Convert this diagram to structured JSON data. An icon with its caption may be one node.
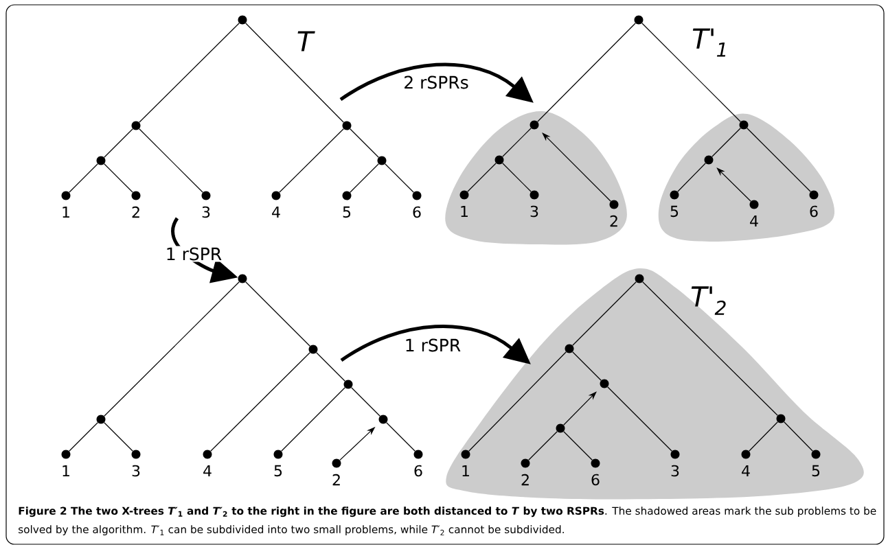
{
  "diagram": {
    "caption": "**Figure 2 The two X-trees *T′*$_{1}$ and *T′*$_{2}$ to the right in the figure are both distanced to *T* by two RSPRs**. The shadowed areas mark the sub problems to be solved by the algorithm. *T′*$_{1}$ can be subdivided into two small problems, while *T′*$_{2}$ cannot be subdivided.",
    "nodes": [
      {
        "text": [],
        "shape": "circle"
      },
      {
        "text": [],
        "shape": "circle"
      },
      {
        "text": [],
        "shape": "circle"
      },
      {
        "text": [],
        "shape": "circle"
      },
      {
        "text": [],
        "shape": "circle",
        "beside": [
          "3"
        ]
      },
      {
        "text": [],
        "shape": "circle",
        "beside": [
          "4"
        ]
      },
      {
        "text": [],
        "shape": "circle"
      },
      {
        "text": [],
        "shape": "circle",
        "beside": [
          "1"
        ]
      },
      {
        "text": [],
        "shape": "circle",
        "beside": [
          "2"
        ]
      },
      {
        "text": [],
        "shape": "circle",
        "beside": [
          "5"
        ]
      },
      {
        "text": [],
        "shape": "circle",
        "beside": [
          "6"
        ]
      },
      {
        "text": [],
        "shape": "circle"
      },
      {
        "text": [],
        "shape": "circle"
      },
      {
        "text": [],
        "shape": "circle"
      },
      {
        "text": [],
        "shape": "circle"
      },
      {
        "text": [],
        "shape": "circle",
        "beside": [
          "2"
        ]
      },
      {
        "text": [],
        "shape": "circle"
      },
      {
        "text": [],
        "shape": "circle",
        "beside": [
          "6"
        ]
      },
      {
        "text": [],
        "shape": "circle",
        "beside": [
          "1"
        ]
      },
      {
        "text": [],
        "shape": "circle",
        "beside": [
          "3"
        ]
      },
      {
        "text": [],
        "shape": "circle",
        "beside": [
          "5"
        ]
      },
      {
        "text": [],
        "shape": "circle",
        "beside": [
          "4"
        ]
      },
      {
        "text": [],
        "shape": "circle"
      },
      {
        "text": [],
        "shape": "circle"
      },
      {
        "text": [],
        "shape": "circle"
      },
      {
        "text": [],
        "shape": "circle"
      },
      {
        "text": [],
        "shape": "circle"
      },
      {
        "text": [],
        "shape": "circle",
        "beside": [
          "1"
        ]
      },
      {
        "text": [],
        "shape": "circle",
        "beside": [
          "3"
        ]
      },
      {
        "text": [],
        "shape": "circle",
        "beside": [
          "4"
        ]
      },
      {
        "text": [],
        "shape": "circle",
        "beside": [
          "5"
        ]
      },
      {
        "text": [],
        "shape": "circle",
        "beside": [
          "2"
        ]
      },
      {
        "text": [],
        "shape": "circle",
        "beside": [
          "6"
        ]
      },
      {
        "text": [],
        "shape": "circle"
      },
      {
        "text": [],
        "shape": "circle"
      },
      {
        "text": [],
        "shape": "circle"
      },
      {
        "text": [],
        "shape": "circle",
        "beside": [
          "1"
        ]
      },
      {
        "text": [],
        "shape": "circle"
      },
      {
        "text": [],
        "shape": "circle",
        "beside": [
          "3"
        ]
      },
      {
        "text": [],
        "shape": "circle",
        "beside": [
          "4"
        ]
      },
      {
        "text": [],
        "shape": "circle",
        "beside": [
          "5"
        ]
      },
      {
        "text": [],
        "shape": "circle"
      },
      {
        "text": [],
        "shape": "circle",
        "beside": [
          "2"
        ]
      },
      {
        "text": [],
        "shape": "circle",
        "beside": [
          "6"
        ]
      }
    ],
    "edges": [
      {
        "from": 0,
        "to": 1,
        "arrow": "none"
      },
      {
        "from": 0,
        "to": 2,
        "arrow": "none"
      },
      {
        "from": 1,
        "to": 3,
        "arrow": "none"
      },
      {
        "from": 1,
        "to": 4,
        "arrow": "none"
      },
      {
        "from": 2,
        "to": 5,
        "arrow": "none"
      },
      {
        "from": 2,
        "to": 6,
        "arrow": "none"
      },
      {
        "from": 3,
        "to": 7,
        "arrow": "none"
      },
      {
        "from": 3,
        "to": 8,
        "arrow": "none"
      },
      {
        "from": 6,
        "to": 9,
        "arrow": "none"
      },
      {
        "from": 6,
        "to": 10,
        "arrow": "none"
      },
      {
        "from": 11,
        "to": 12,
        "arrow": "none"
      },
      {
        "from": 11,
        "to": 13,
        "arrow": "none"
      },
      {
        "from": 12,
        "to": 14,
        "arrow": "none"
      },
      {
        "from": 15,
        "to": 12,
        "arrow": "to"
      },
      {
        "from": 13,
        "to": 16,
        "arrow": "none"
      },
      {
        "from": 13,
        "to": 17,
        "arrow": "none"
      },
      {
        "from": 14,
        "to": 18,
        "arrow": "none"
      },
      {
        "from": 14,
        "to": 19,
        "arrow": "none"
      },
      {
        "from": 16,
        "to": 20,
        "arrow": "none"
      },
      {
        "from": 21,
        "to": 16,
        "arrow": "to"
      },
      {
        "from": 22,
        "to": 23,
        "arrow": "none"
      },
      {
        "from": 22,
        "to": 24,
        "arrow": "none"
      },
      {
        "from": 23,
        "to": 27,
        "arrow": "none"
      },
      {
        "from": 23,
        "to": 28,
        "arrow": "none"
      },
      {
        "from": 24,
        "to": 29,
        "arrow": "none"
      },
      {
        "from": 24,
        "to": 25,
        "arrow": "none"
      },
      {
        "from": 25,
        "to": 30,
        "arrow": "none"
      },
      {
        "from": 25,
        "to": 26,
        "arrow": "none"
      },
      {
        "from": 26,
        "to": 32,
        "arrow": "none"
      },
      {
        "from": 31,
        "to": 26,
        "arrow": "to"
      },
      {
        "from": 33,
        "to": 34,
        "arrow": "none"
      },
      {
        "from": 33,
        "to": 35,
        "arrow": "none"
      },
      {
        "from": 34,
        "to": 36,
        "arrow": "none"
      },
      {
        "from": 34,
        "to": 37,
        "arrow": "none"
      },
      {
        "from": 37,
        "to": 38,
        "arrow": "none"
      },
      {
        "from": 35,
        "to": 39,
        "arrow": "none"
      },
      {
        "from": 35,
        "to": 40,
        "arrow": "none"
      },
      {
        "from": 41,
        "to": 42,
        "arrow": "none"
      },
      {
        "from": 41,
        "to": 43,
        "arrow": "none"
      },
      {
        "from": 41,
        "to": 37,
        "arrow": "to"
      },
      {
        "from": null,
        "to": 12,
        "arrow": "to",
        "style": "thick",
        "label": "2 rSPRs"
      },
      {
        "from": null,
        "to": 22,
        "arrow": "to",
        "style": "thick",
        "label": "1 rSPR"
      },
      {
        "from": null,
        "to": 34,
        "arrow": "to",
        "style": "thick",
        "label": "1 rSPR"
      }
    ],
    "labels": [
      "T",
      "T'$_{1}$",
      "T'$_{2}$"
    ]
  }
}
